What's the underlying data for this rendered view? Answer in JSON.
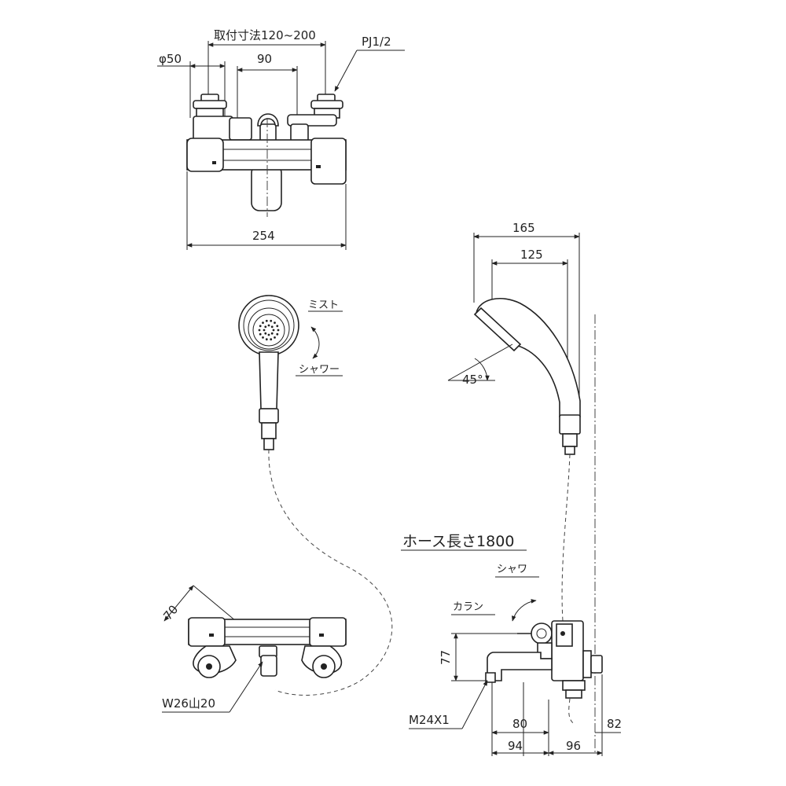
{
  "front_view": {
    "mounting_dim": "取付寸法120~200",
    "diameter_dim": "φ50",
    "center_dim": "90",
    "thread_label": "PJ1/2",
    "width_dim": "254"
  },
  "shower_front": {
    "mist_label": "ミスト",
    "shower_label": "シャワー"
  },
  "side_view": {
    "dim_165": "165",
    "dim_125": "125",
    "angle_label": "45°",
    "hose_label": "ホース長さ1800",
    "shower_label": "シャワ",
    "faucet_label": "カラン",
    "height_dim": "77",
    "thread_label": "M24X1",
    "dim_80": "80",
    "dim_82": "82",
    "dim_94": "94",
    "dim_96": "96"
  },
  "bottom_view": {
    "depth_dim": "70",
    "thread_label": "W26山20"
  }
}
